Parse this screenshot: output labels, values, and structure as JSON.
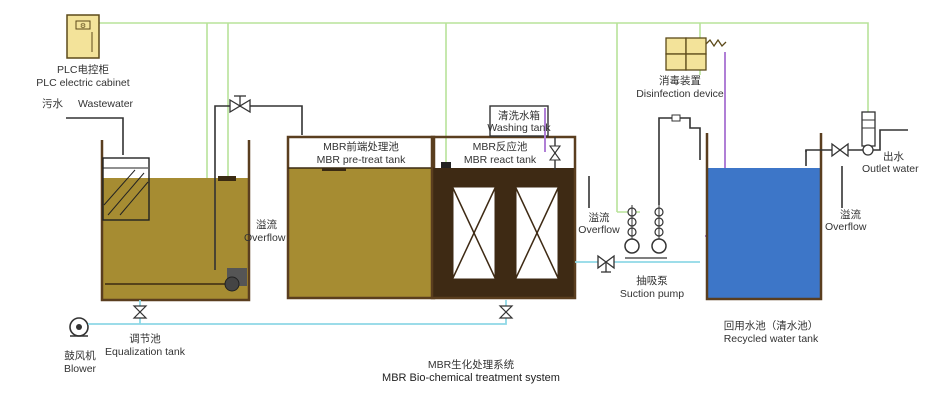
{
  "title": {
    "zh": "MBR生化处理系统",
    "en": "MBR Bio-chemical treatment system"
  },
  "labels": {
    "plc_zh": "PLC电控柜",
    "plc_en": "PLC electric cabinet",
    "wastewater_zh": "污水",
    "wastewater_en": "Wastewater",
    "overflow1_zh": "溢流",
    "overflow1_en": "Overflow",
    "pretreat_zh": "MBR前端处理池",
    "pretreat_en": "MBR pre-treat tank",
    "react_zh": "MBR反应池",
    "react_en": "MBR react tank",
    "washing_zh": "清洗水箱",
    "washing_en": "Washing tank",
    "disinfection_zh": "消毒装置",
    "disinfection_en": "Disinfection device",
    "overflow2_zh": "溢流",
    "overflow2_en": "Overflow",
    "suction_zh": "抽吸泵",
    "suction_en": "Suction pump",
    "outlet_zh": "出水",
    "outlet_en": "Outlet water",
    "overflow3_zh": "溢流",
    "overflow3_en": "Overflow",
    "recycled_zh": "回用水池（清水池）",
    "recycled_en": "Recycled water tank",
    "equalization_zh": "调节池",
    "equalization_en": "Equalization tank",
    "blower_zh": "鼓风机",
    "blower_en": "Blower"
  },
  "colors": {
    "signal_line": "#b8e39a",
    "air_line": "#8fd8e6",
    "purple_line": "#b07fd6",
    "tank_outline": "#5a3e1f",
    "sludge": "#a68c32",
    "react_fill": "#3e2a14",
    "clean_water": "#3d76c8",
    "pipe": "#333333"
  }
}
